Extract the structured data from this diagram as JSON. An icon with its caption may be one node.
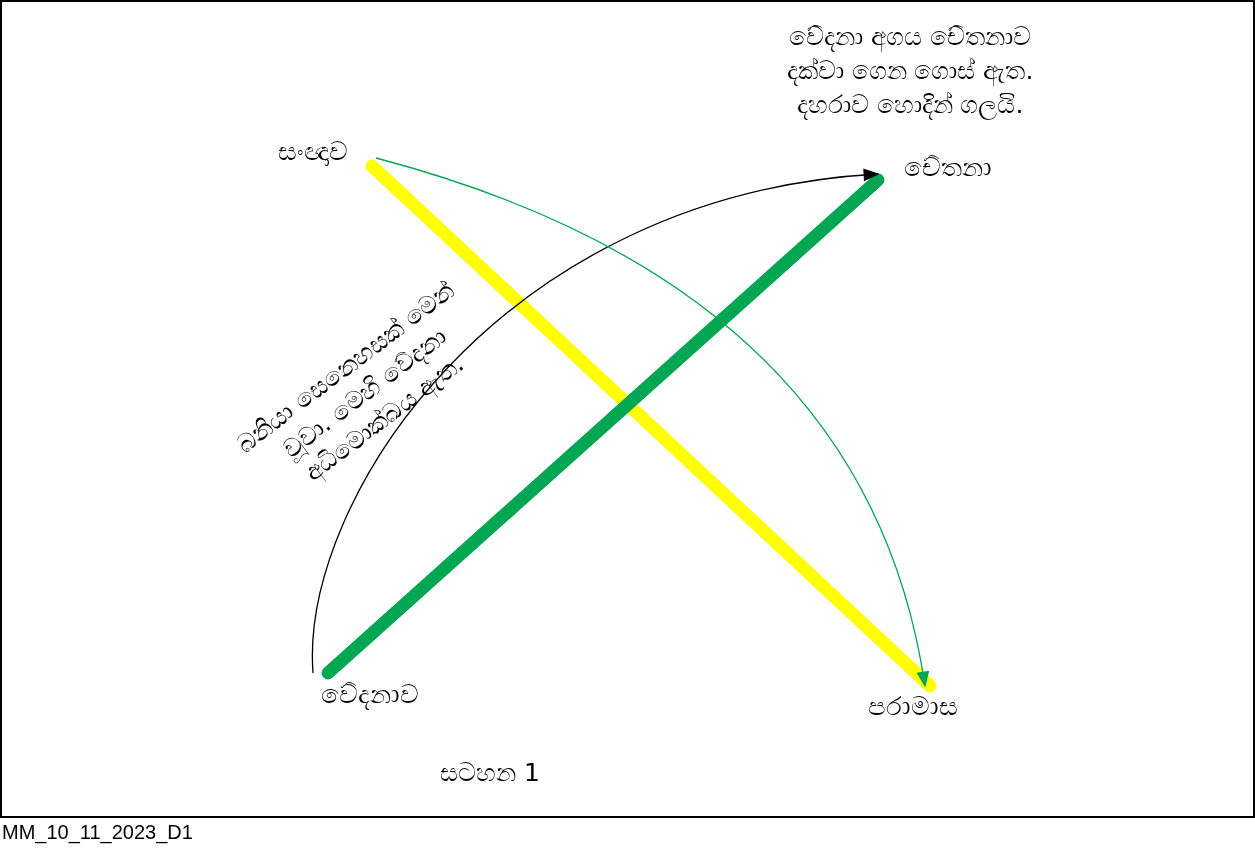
{
  "diagram": {
    "caption": "සටහන 1",
    "nodes": [
      {
        "text": [
          "සංඥාව"
        ]
      },
      {
        "text": [
          "චේතනා"
        ]
      },
      {
        "text": [
          "වේදනාව"
        ]
      },
      {
        "text": [
          "පරාමාස"
        ]
      }
    ],
    "edges": [
      {
        "from": 0,
        "to": 3,
        "arrow": "none",
        "style": "thick",
        "color": "#ffff00"
      },
      {
        "from": 2,
        "to": 1,
        "arrow": "none",
        "style": "thick",
        "color": "#00a651"
      },
      {
        "from": 2,
        "to": 1,
        "arrow": "to",
        "color": "#000000"
      },
      {
        "from": 0,
        "to": 3,
        "arrow": "to",
        "color": "#00a651"
      }
    ],
    "labels": [
      "වේදනා අගය  චේතනාව දක්වා ගෙන ගොස් ඇත. දහරාව හොදින් ගලයි.",
      "බනියා සෙනෙහසක් මෙන් වූවා. මෙහි වේදනා අධිමොක්ඛය ඇත.",
      "MM_10_11_2023_D1"
    ]
  }
}
